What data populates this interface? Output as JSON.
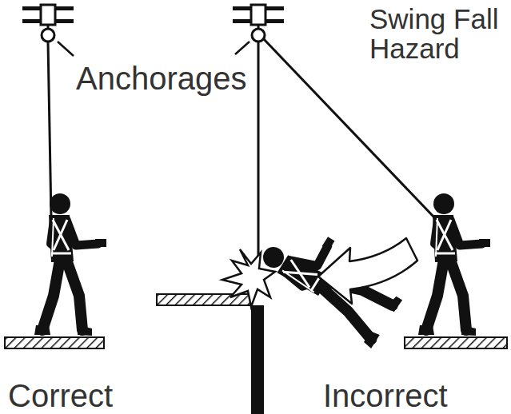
{
  "diagram": {
    "labels": [
      "Anchorages",
      "Swing Fall Hazard",
      "Correct",
      "Incorrect"
    ]
  }
}
